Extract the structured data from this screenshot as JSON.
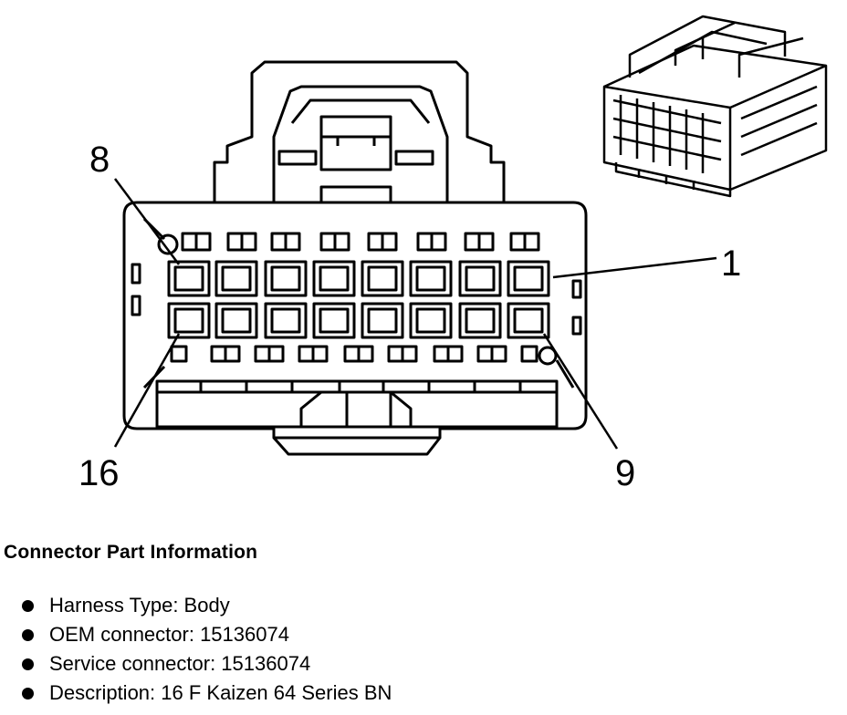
{
  "pin_labels": {
    "top_left": "8",
    "top_right": "1",
    "bottom_left": "16",
    "bottom_right": "9"
  },
  "info": {
    "heading": "Connector Part Information",
    "items": [
      "Harness Type: Body",
      "OEM connector: 15136074",
      "Service connector: 15136074",
      "Description: 16 F Kaizen 64 Series BN"
    ]
  }
}
